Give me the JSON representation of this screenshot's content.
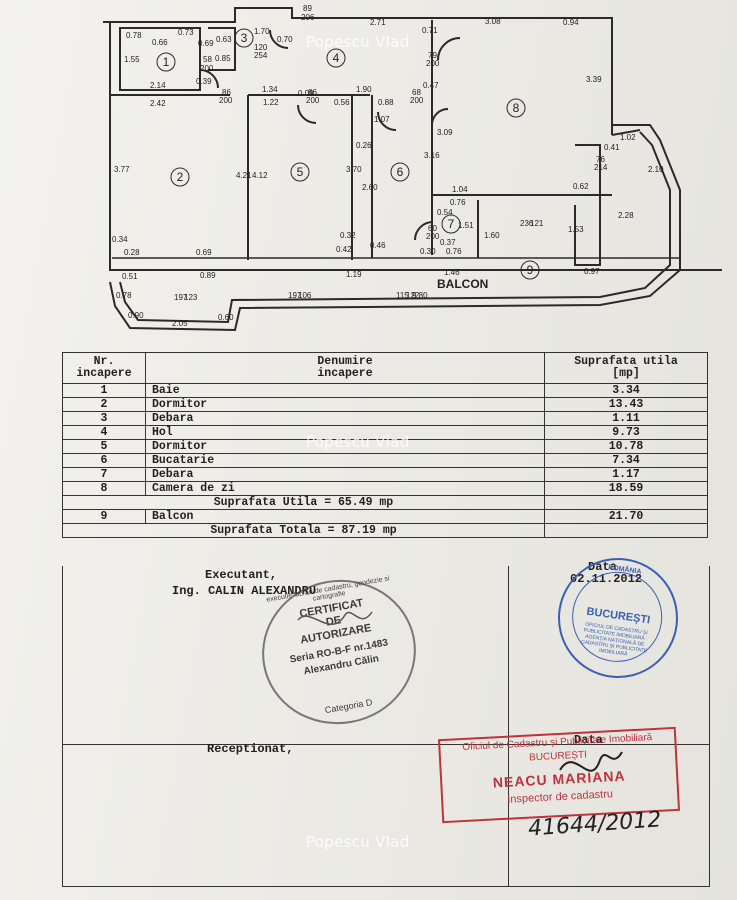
{
  "watermark": "Popescu Vlad",
  "plan": {
    "rooms": [
      "1",
      "2",
      "3",
      "4",
      "5",
      "6",
      "7",
      "8",
      "9"
    ],
    "balcony_label": "BALCON",
    "dimensions": {
      "d_078": "0.78",
      "d_066": "0.66",
      "d_073": "0.73",
      "d_069": "0.69",
      "d_063": "0.63",
      "d_170": "1.70",
      "d_070": "0.70",
      "d_89": "89",
      "d_206": "206",
      "d_271": "2.71",
      "d_071": "0.71",
      "d_308": "3.08",
      "d_094": "0.94",
      "d_155": "1.55",
      "d_058": "58",
      "d_200a": "200",
      "d_085": "0.85",
      "d_120": "120",
      "d_254": "254",
      "d_214": "2.14",
      "d_039": "0.39",
      "d_242": "2.42",
      "d_86a": "86",
      "d_200b": "200",
      "d_134": "1.34",
      "d_009": "0.09",
      "d_86b": "86",
      "d_200c": "200",
      "d_190": "1.90",
      "d_047": "0.47",
      "d_79": "79",
      "d_200d": "200",
      "d_339": "3.39",
      "d_122": "1.22",
      "d_056": "0.56",
      "d_088": "0.88",
      "d_68": "68",
      "d_200e": "200",
      "d_377": "3.77",
      "d_421": "4.21",
      "d_412": "4.12",
      "d_107": "1.07",
      "d_370": "3.70",
      "d_026": "0.26",
      "d_309": "3.09",
      "d_316": "3.16",
      "d_260": "2.60",
      "d_041": "0.41",
      "d_102": "1.02",
      "d_210": "2.10",
      "d_76": "76",
      "d_214b": "214",
      "d_104": "1.04",
      "d_062": "0.62",
      "d_054": "0.54",
      "d_076a": "0.76",
      "d_151": "1.51",
      "d_60": "60",
      "d_200f": "200",
      "d_037": "0.37",
      "d_030": "0.30",
      "d_076b": "0.76",
      "d_160": "1.60",
      "d_236": "236",
      "d_121": "121",
      "d_153": "1.53",
      "d_228": "2.28",
      "d_034": "0.34",
      "d_028": "0.28",
      "d_069b": "0.69",
      "d_042": "0.42",
      "d_032": "0.32",
      "d_046": "0.46",
      "d_146": "1.46",
      "d_097": "0.97",
      "d_051": "0.51",
      "d_089": "0.89",
      "d_119": "1.19",
      "d_980": "9.80",
      "d_197a": "197",
      "d_123": "123",
      "d_197b": "197",
      "d_106": "106",
      "d_115": "115",
      "d_122b": "122",
      "d_078b": "0.78",
      "d_090": "0.90",
      "d_205": "2.05",
      "d_060": "0.60"
    }
  },
  "table": {
    "headers": {
      "nr": [
        "Nr.",
        "incapere"
      ],
      "name": [
        "Denumire",
        "incapere"
      ],
      "area": [
        "Suprafata utila",
        "[mp]"
      ]
    },
    "rows": [
      {
        "nr": "1",
        "name": "Baie",
        "area": "3.34"
      },
      {
        "nr": "2",
        "name": "Dormitor",
        "area": "13.43"
      },
      {
        "nr": "3",
        "name": "Debara",
        "area": "1.11"
      },
      {
        "nr": "4",
        "name": "Hol",
        "area": "9.73"
      },
      {
        "nr": "5",
        "name": "Dormitor",
        "area": "10.78"
      },
      {
        "nr": "6",
        "name": "Bucatarie",
        "area": "7.34"
      },
      {
        "nr": "7",
        "name": "Debara",
        "area": "1.17"
      },
      {
        "nr": "8",
        "name": "Camera de zi",
        "area": "18.59"
      }
    ],
    "subtotal": "Suprafata Utila = 65.49 mp",
    "balcony_row": {
      "nr": "9",
      "name": "Balcon",
      "area": "21.70"
    },
    "total": "Suprafata Totala = 87.19 mp"
  },
  "executant": {
    "label": "Executant,",
    "name": "Ing. CALIN ALEXANDRU",
    "stamp": {
      "title_lines": [
        "CERTIFICAT",
        "DE",
        "AUTORIZARE"
      ],
      "serie": "Seria RO-B-F nr.1483",
      "person": "Alexandru Călin",
      "category": "Categoria D",
      "ring_text": "executie lucrari de cadastru, geodezie si cartografie"
    }
  },
  "date_block": {
    "label": "Data",
    "value": "02.11.2012",
    "stamp": {
      "city": "BUCUREȘTI",
      "country": "ROMÂNIA",
      "ring": "OFICIUL DE CADASTRU ȘI PUBLICITATE IMOBILIARĂ · AGENȚIA NAȚIONALĂ DE CADASTRU ȘI PUBLICITATE IMOBILIARĂ"
    }
  },
  "receptionat": {
    "label": "Receptionat,",
    "data_label": "Data",
    "stamp": {
      "line1": "Oficiul de Cadastru și Publicitate Imobiliară",
      "line2": "BUCUREȘTI",
      "name": "NEACU MARIANA",
      "role": "Inspector de cadastru"
    },
    "handwritten": "41644/2012"
  },
  "colors": {
    "ink": "#1f1f1f",
    "blue_stamp": "#3a5fb5",
    "red_stamp": "#c2313a",
    "paper": "#eeede8"
  }
}
